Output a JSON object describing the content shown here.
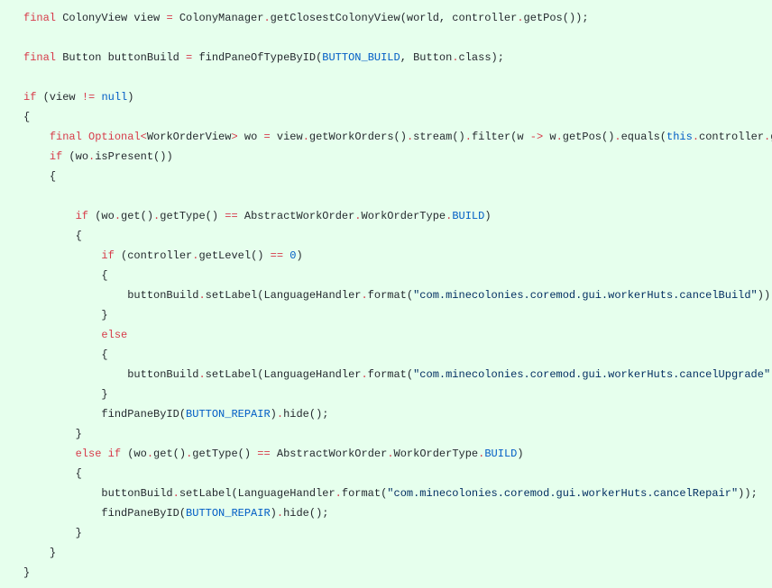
{
  "colors": {
    "background": "#e6ffed",
    "keyword": "#d73a49",
    "constant": "#005cc5",
    "string": "#032f62",
    "text": "#24292e"
  },
  "code_lines": [
    {
      "indent": 0,
      "tokens": [
        [
          "k",
          "final"
        ],
        [
          "p",
          " ColonyView view "
        ],
        [
          "o",
          "="
        ],
        [
          "p",
          " ColonyManager"
        ],
        [
          "o",
          "."
        ],
        [
          "p",
          "getClosestColonyView(world, controller"
        ],
        [
          "o",
          "."
        ],
        [
          "p",
          "getPos());"
        ]
      ]
    },
    {
      "indent": 0,
      "tokens": []
    },
    {
      "indent": 0,
      "tokens": [
        [
          "k",
          "final"
        ],
        [
          "p",
          " Button buttonBuild "
        ],
        [
          "o",
          "="
        ],
        [
          "p",
          " findPaneOfTypeByID("
        ],
        [
          "c",
          "BUTTON_BUILD"
        ],
        [
          "p",
          ", Button"
        ],
        [
          "o",
          "."
        ],
        [
          "p",
          "class);"
        ]
      ]
    },
    {
      "indent": 0,
      "tokens": []
    },
    {
      "indent": 0,
      "tokens": [
        [
          "k",
          "if"
        ],
        [
          "p",
          " (view "
        ],
        [
          "o",
          "!="
        ],
        [
          "p",
          " "
        ],
        [
          "c",
          "null"
        ],
        [
          "p",
          ")"
        ]
      ]
    },
    {
      "indent": 0,
      "tokens": [
        [
          "p",
          "{"
        ]
      ]
    },
    {
      "indent": 4,
      "tokens": [
        [
          "k",
          "final"
        ],
        [
          "p",
          " "
        ],
        [
          "k",
          "Optional"
        ],
        [
          "o",
          "<"
        ],
        [
          "p",
          "WorkOrderView"
        ],
        [
          "o",
          ">"
        ],
        [
          "p",
          " wo "
        ],
        [
          "o",
          "="
        ],
        [
          "p",
          " view"
        ],
        [
          "o",
          "."
        ],
        [
          "p",
          "getWorkOrders()"
        ],
        [
          "o",
          "."
        ],
        [
          "p",
          "stream()"
        ],
        [
          "o",
          "."
        ],
        [
          "p",
          "filter(w "
        ],
        [
          "o",
          "->"
        ],
        [
          "p",
          " w"
        ],
        [
          "o",
          "."
        ],
        [
          "p",
          "getPos()"
        ],
        [
          "o",
          "."
        ],
        [
          "p",
          "equals("
        ],
        [
          "c",
          "this"
        ],
        [
          "o",
          "."
        ],
        [
          "p",
          "controller"
        ],
        [
          "o",
          "."
        ],
        [
          "p",
          "g"
        ]
      ]
    },
    {
      "indent": 4,
      "tokens": [
        [
          "k",
          "if"
        ],
        [
          "p",
          " (wo"
        ],
        [
          "o",
          "."
        ],
        [
          "p",
          "isPresent())"
        ]
      ]
    },
    {
      "indent": 4,
      "tokens": [
        [
          "p",
          "{"
        ]
      ]
    },
    {
      "indent": 0,
      "tokens": []
    },
    {
      "indent": 8,
      "tokens": [
        [
          "k",
          "if"
        ],
        [
          "p",
          " (wo"
        ],
        [
          "o",
          "."
        ],
        [
          "p",
          "get()"
        ],
        [
          "o",
          "."
        ],
        [
          "p",
          "getType() "
        ],
        [
          "o",
          "=="
        ],
        [
          "p",
          " AbstractWorkOrder"
        ],
        [
          "o",
          "."
        ],
        [
          "p",
          "WorkOrderType"
        ],
        [
          "o",
          "."
        ],
        [
          "c",
          "BUILD"
        ],
        [
          "p",
          ")"
        ]
      ]
    },
    {
      "indent": 8,
      "tokens": [
        [
          "p",
          "{"
        ]
      ]
    },
    {
      "indent": 12,
      "tokens": [
        [
          "k",
          "if"
        ],
        [
          "p",
          " (controller"
        ],
        [
          "o",
          "."
        ],
        [
          "p",
          "getLevel() "
        ],
        [
          "o",
          "=="
        ],
        [
          "p",
          " "
        ],
        [
          "c",
          "0"
        ],
        [
          "p",
          ")"
        ]
      ]
    },
    {
      "indent": 12,
      "tokens": [
        [
          "p",
          "{"
        ]
      ]
    },
    {
      "indent": 16,
      "tokens": [
        [
          "p",
          "buttonBuild"
        ],
        [
          "o",
          "."
        ],
        [
          "p",
          "setLabel(LanguageHandler"
        ],
        [
          "o",
          "."
        ],
        [
          "p",
          "format("
        ],
        [
          "s",
          "\"com.minecolonies.coremod.gui.workerHuts.cancelBuild\""
        ],
        [
          "p",
          "));"
        ]
      ]
    },
    {
      "indent": 12,
      "tokens": [
        [
          "p",
          "}"
        ]
      ]
    },
    {
      "indent": 12,
      "tokens": [
        [
          "k",
          "else"
        ]
      ]
    },
    {
      "indent": 12,
      "tokens": [
        [
          "p",
          "{"
        ]
      ]
    },
    {
      "indent": 16,
      "tokens": [
        [
          "p",
          "buttonBuild"
        ],
        [
          "o",
          "."
        ],
        [
          "p",
          "setLabel(LanguageHandler"
        ],
        [
          "o",
          "."
        ],
        [
          "p",
          "format("
        ],
        [
          "s",
          "\"com.minecolonies.coremod.gui.workerHuts.cancelUpgrade\""
        ],
        [
          "p",
          "));"
        ]
      ]
    },
    {
      "indent": 12,
      "tokens": [
        [
          "p",
          "}"
        ]
      ]
    },
    {
      "indent": 12,
      "tokens": [
        [
          "p",
          "findPaneByID("
        ],
        [
          "c",
          "BUTTON_REPAIR"
        ],
        [
          "p",
          ")"
        ],
        [
          "o",
          "."
        ],
        [
          "p",
          "hide();"
        ]
      ]
    },
    {
      "indent": 8,
      "tokens": [
        [
          "p",
          "}"
        ]
      ]
    },
    {
      "indent": 8,
      "tokens": [
        [
          "k",
          "else if"
        ],
        [
          "p",
          " (wo"
        ],
        [
          "o",
          "."
        ],
        [
          "p",
          "get()"
        ],
        [
          "o",
          "."
        ],
        [
          "p",
          "getType() "
        ],
        [
          "o",
          "=="
        ],
        [
          "p",
          " AbstractWorkOrder"
        ],
        [
          "o",
          "."
        ],
        [
          "p",
          "WorkOrderType"
        ],
        [
          "o",
          "."
        ],
        [
          "c",
          "BUILD"
        ],
        [
          "p",
          ")"
        ]
      ]
    },
    {
      "indent": 8,
      "tokens": [
        [
          "p",
          "{"
        ]
      ]
    },
    {
      "indent": 12,
      "tokens": [
        [
          "p",
          "buttonBuild"
        ],
        [
          "o",
          "."
        ],
        [
          "p",
          "setLabel(LanguageHandler"
        ],
        [
          "o",
          "."
        ],
        [
          "p",
          "format("
        ],
        [
          "s",
          "\"com.minecolonies.coremod.gui.workerHuts.cancelRepair\""
        ],
        [
          "p",
          "));"
        ]
      ]
    },
    {
      "indent": 12,
      "tokens": [
        [
          "p",
          "findPaneByID("
        ],
        [
          "c",
          "BUTTON_REPAIR"
        ],
        [
          "p",
          ")"
        ],
        [
          "o",
          "."
        ],
        [
          "p",
          "hide();"
        ]
      ]
    },
    {
      "indent": 8,
      "tokens": [
        [
          "p",
          "}"
        ]
      ]
    },
    {
      "indent": 4,
      "tokens": [
        [
          "p",
          "}"
        ]
      ]
    },
    {
      "indent": 0,
      "tokens": [
        [
          "p",
          "}"
        ]
      ]
    }
  ]
}
